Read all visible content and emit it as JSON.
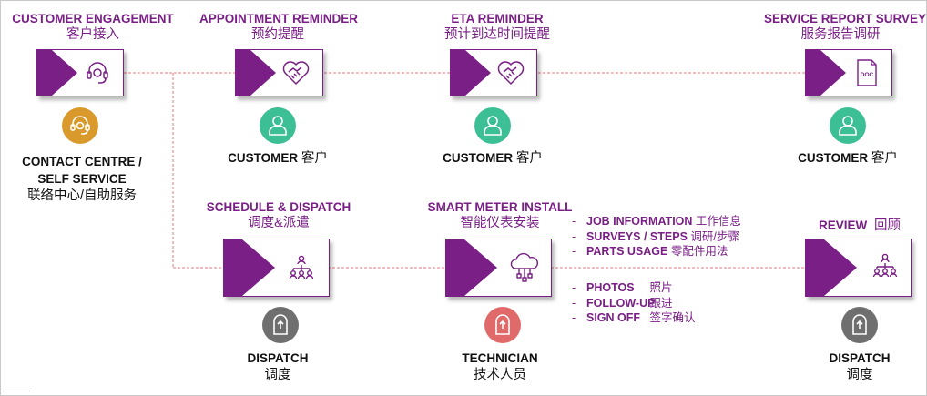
{
  "colors": {
    "brand_purple": "#7a1f86",
    "connector_red": "#e87878",
    "customer_green": "#3dbf95",
    "contact_orange": "#d99a2b",
    "dispatch_gray": "#6f6f6f",
    "technician_red": "#e06a6a"
  },
  "steps": {
    "customer_engagement": {
      "title": "CUSTOMER ENGAGEMENT",
      "title_zh": "客户接入",
      "icon": "headset-icon"
    },
    "appointment_reminder": {
      "title": "APPOINTMENT REMINDER",
      "title_zh": "预约提醒",
      "icon": "handshake-heart-icon"
    },
    "eta_reminder": {
      "title": "ETA REMINDER",
      "title_zh": "预计到达时间提醒",
      "icon": "handshake-heart-icon"
    },
    "service_report_survey": {
      "title": "SERVICE REPORT SURVEY",
      "title_zh": "服务报告调研",
      "icon": "doc-icon",
      "doc_label": "DOC"
    },
    "schedule_dispatch": {
      "title": "SCHEDULE & DISPATCH",
      "title_zh": "调度&派遣",
      "icon": "team-hierarchy-icon"
    },
    "smart_meter_install": {
      "title": "SMART METER INSTALL",
      "title_zh": "智能仪表安装",
      "icon": "cloud-network-icon"
    },
    "review": {
      "title": "REVIEW",
      "title_zh": "回顾",
      "icon": "team-hierarchy-icon"
    }
  },
  "roles": {
    "contact_centre": {
      "line1": "CONTACT CENTRE /",
      "line2": "SELF SERVICE",
      "line3_zh": "联络中心/自助服务",
      "icon": "headset-icon"
    },
    "customer_1": {
      "label": "CUSTOMER",
      "label_zh": "客户",
      "icon": "person-icon"
    },
    "customer_2": {
      "label": "CUSTOMER",
      "label_zh": "客户",
      "icon": "person-icon"
    },
    "customer_3": {
      "label": "CUSTOMER",
      "label_zh": "客户",
      "icon": "person-icon"
    },
    "dispatch_1": {
      "label": "DISPATCH",
      "label_zh": "调度",
      "icon": "worker-icon"
    },
    "technician": {
      "label": "TECHNICIAN",
      "label_zh": "技术人员",
      "icon": "worker-icon"
    },
    "dispatch_2": {
      "label": "DISPATCH",
      "label_zh": "调度",
      "icon": "worker-icon"
    }
  },
  "install_details_top": [
    {
      "dash": "-",
      "en": "JOB INFORMATION",
      "zh": "工作信息"
    },
    {
      "dash": "-",
      "en": "SURVEYS / STEPS",
      "zh": "调研/步骤"
    },
    {
      "dash": "-",
      "en": "PARTS USAGE",
      "zh": "零配件用法"
    }
  ],
  "install_details_bottom": [
    {
      "dash": "-",
      "en": "PHOTOS",
      "zh": "照片"
    },
    {
      "dash": "-",
      "en": "FOLLOW-UP",
      "zh": "跟进"
    },
    {
      "dash": "-",
      "en": "SIGN OFF",
      "zh": "签字确认"
    }
  ]
}
